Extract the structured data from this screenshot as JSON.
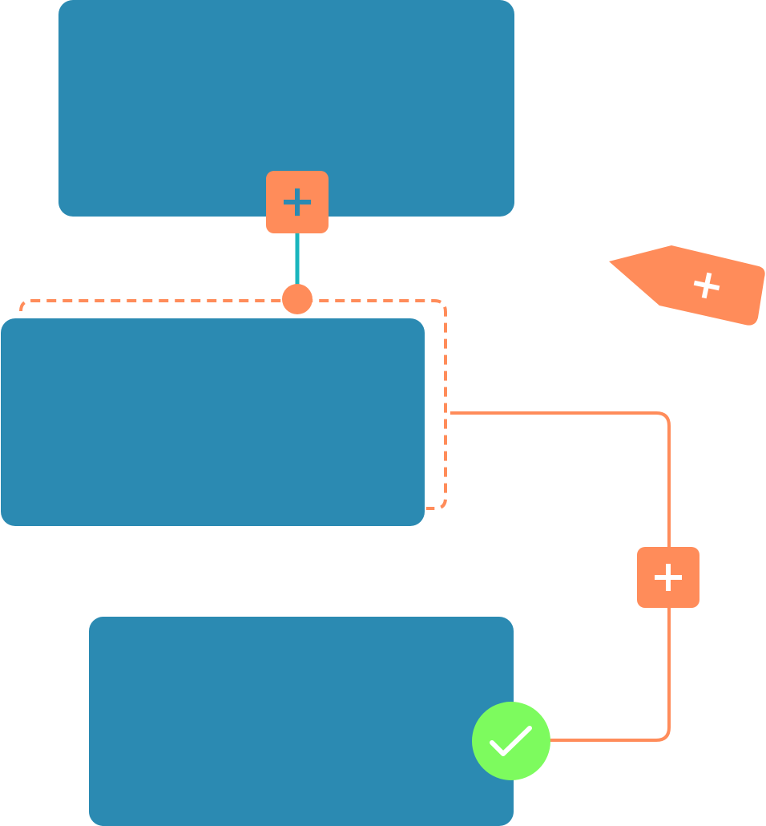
{
  "diagram": {
    "colors": {
      "node": "#2b8ab2",
      "accent": "#ff8c5a",
      "connector": "#1ab5bd",
      "success": "#7dfb5e",
      "icon_white": "#ffffff"
    },
    "nodes": [
      {
        "id": "node-top",
        "label": ""
      },
      {
        "id": "node-middle",
        "label": "",
        "state": "selected"
      },
      {
        "id": "node-bottom",
        "label": ""
      }
    ],
    "controls": {
      "add_below_top": {
        "icon": "plus-icon"
      },
      "floating_tag": {
        "icon": "plus-icon"
      },
      "add_on_branch": {
        "icon": "plus-icon"
      },
      "confirm": {
        "icon": "check-icon"
      }
    }
  }
}
